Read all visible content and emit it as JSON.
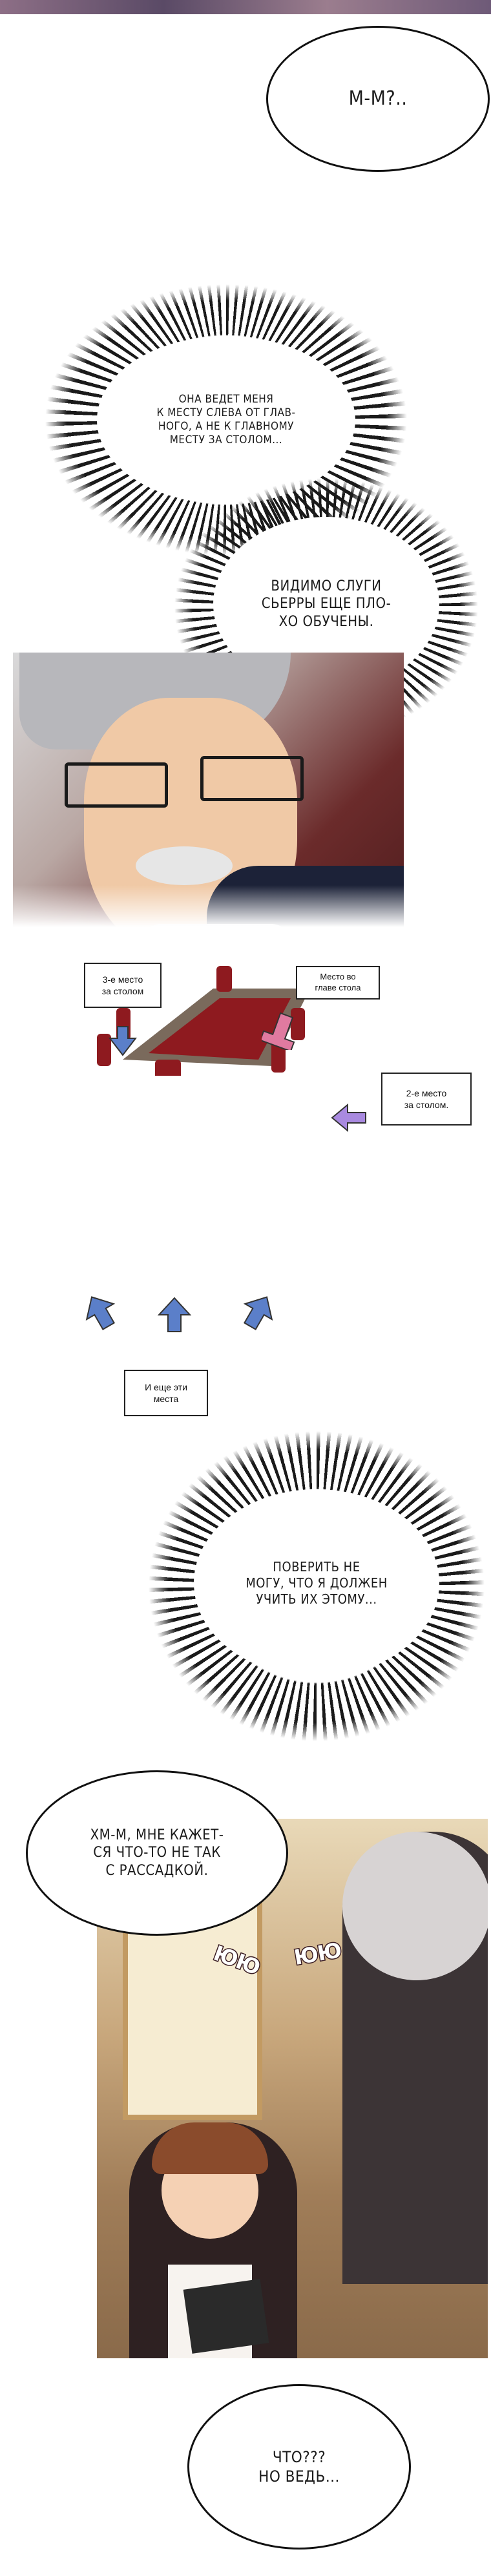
{
  "bubbles": {
    "b1": "М-М?..",
    "b2": "ОНА ВЕДЕТ МЕНЯ\nК МЕСТУ СЛЕВА ОТ ГЛАВ-\nНОГО, А НЕ К ГЛАВНОМУ\nМЕСТУ ЗА СТОЛОМ...",
    "b3": "ВИДИМО СЛУГИ\nСЬЕРРЫ ЕЩЕ ПЛО-\nХО ОБУЧЕНЫ.",
    "b4": "ПОВЕРИТЬ НЕ\nМОГУ, ЧТО Я ДОЛЖЕН\nУЧИТЬ ИХ ЭТОМУ...",
    "b5": "ХМ-М, МНЕ КАЖЕТ-\nСЯ ЧТО-ТО НЕ ТАК\nС РАССАДКОЙ.",
    "b6": "ЧТО???\nНО ВЕДЬ..."
  },
  "labels": {
    "head_seat": "Место во\nглаве стола",
    "third_seat": "3-е место\nза столом",
    "second_seat": "2-е место\nза столом.",
    "these_seats": "И еще эти\nместа"
  },
  "sfx": {
    "s1": "ЮЮ",
    "s2": "ЮЮ"
  },
  "colors": {
    "arrow_blue": "#5b7fc9",
    "arrow_pink": "#e07aa0",
    "arrow_purple": "#a98ae0",
    "table_red": "#8e1a1f"
  }
}
